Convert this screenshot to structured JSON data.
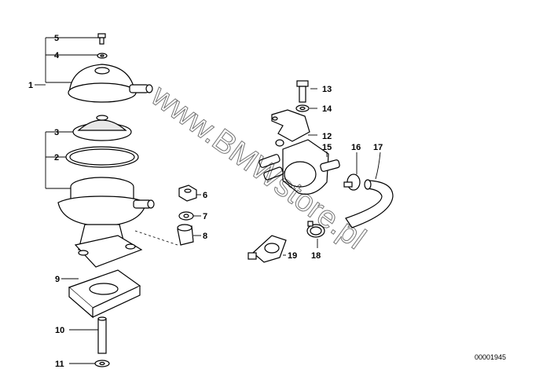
{
  "diagram": {
    "watermark": "www.BMWstore.pl",
    "doc_number": "00001945",
    "callouts": [
      "1",
      "2",
      "3",
      "4",
      "5",
      "6",
      "7",
      "8",
      "9",
      "10",
      "11",
      "12",
      "13",
      "14",
      "15",
      "16",
      "17",
      "18",
      "19"
    ]
  }
}
